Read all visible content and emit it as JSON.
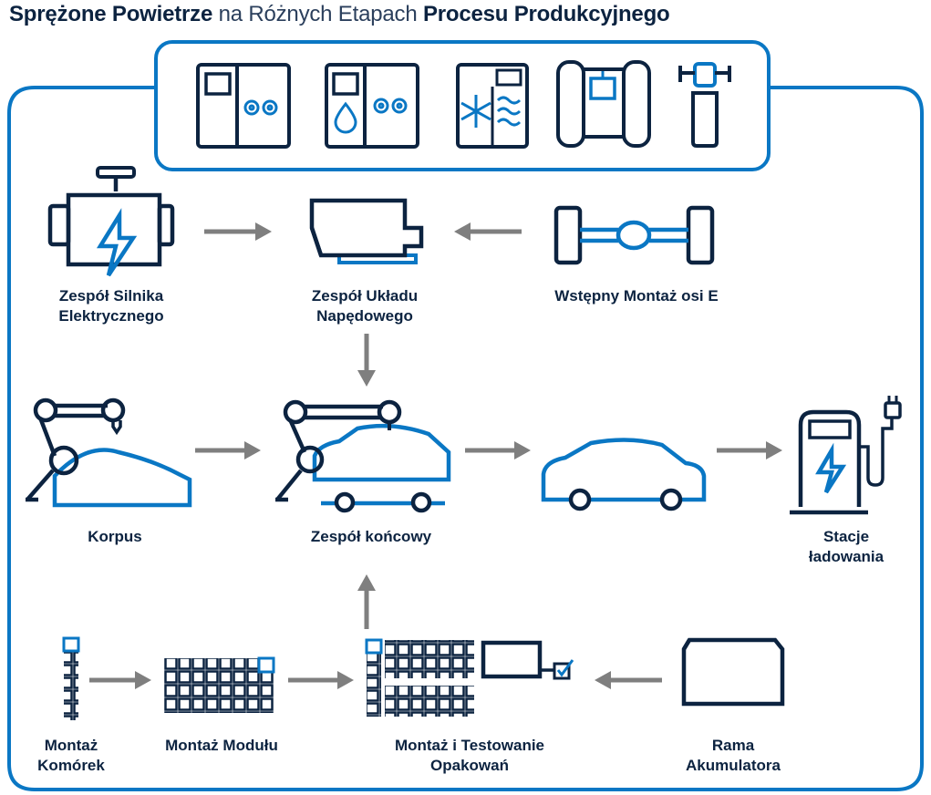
{
  "title": {
    "part1": "Sprężone Powietrze",
    "part2": " na Różnych Etapach ",
    "part3": "Procesu Produkcyjnego"
  },
  "colors": {
    "navy": "#0c2340",
    "blue": "#0a77c4",
    "arrow": "#7f7f7f"
  },
  "equipment_icons": [
    "compressor-icon",
    "water-cooled-compressor-icon",
    "air-dryer-icon",
    "air-tank-icon",
    "filter-icon"
  ],
  "stages": {
    "electric_motor": {
      "icon": "electric-motor-icon",
      "line1": "Zespół Silnika",
      "line2": "Elektrycznego"
    },
    "drivetrain": {
      "icon": "transmission-icon",
      "line1": "Zespół Układu",
      "line2": "Napędowego"
    },
    "axle": {
      "icon": "e-axle-icon",
      "line1": "Wstępny Montaż osi E"
    },
    "body": {
      "icon": "robot-body-icon",
      "line1": "Korpus"
    },
    "final": {
      "icon": "final-assembly-icon",
      "line1": "Zespół końcowy"
    },
    "car": {
      "icon": "car-icon"
    },
    "charging": {
      "icon": "charging-station-icon",
      "line1": "Stacje",
      "line2": "ładowania"
    },
    "cells": {
      "icon": "battery-cell-icon",
      "line1": "Montaż",
      "line2": "Komórek"
    },
    "module": {
      "icon": "battery-module-icon",
      "line1": "Montaż Modułu"
    },
    "pack": {
      "icon": "battery-pack-icon",
      "line1": "Montaż i Testowanie",
      "line2": "Opakowań"
    },
    "frame": {
      "icon": "battery-frame-icon",
      "line1": "Rama",
      "line2": "Akumulatora"
    }
  }
}
